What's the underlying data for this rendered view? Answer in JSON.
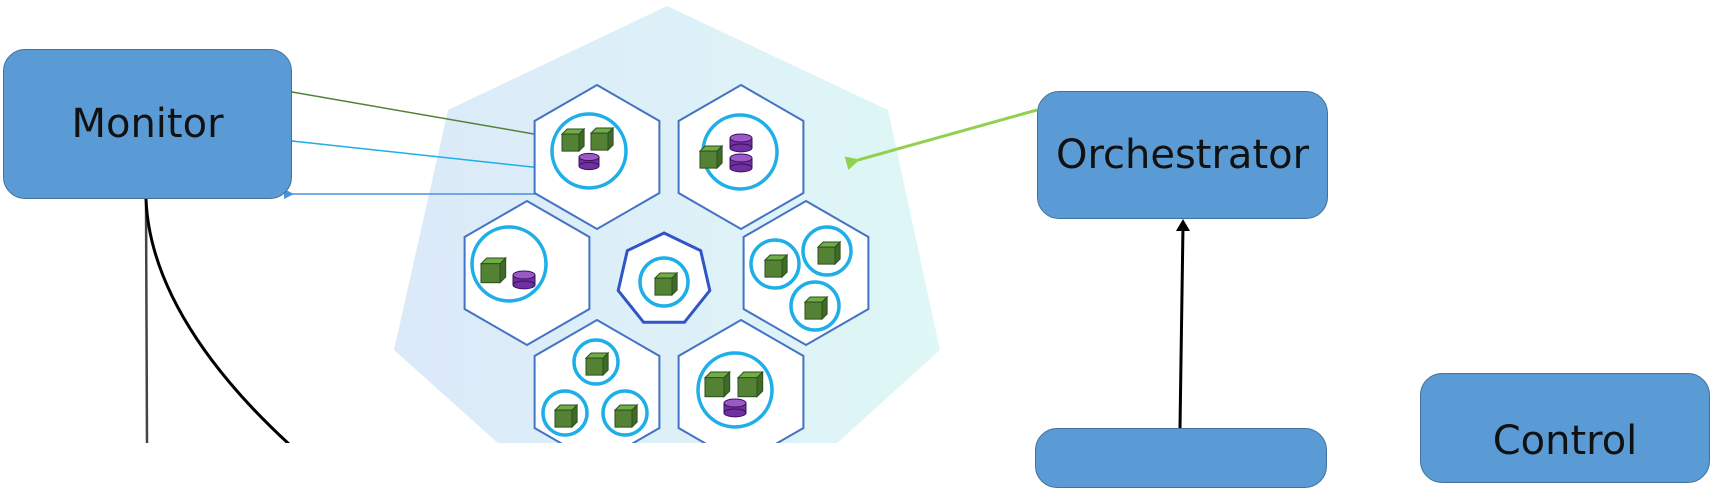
{
  "nodes": {
    "monitor": "Monitor",
    "orchestrator": "Orchestrator",
    "control": "Control"
  },
  "colors": {
    "box_fill": "#5b9bd5",
    "box_border": "#41719c",
    "cluster_bg_left": "#dbe9f9",
    "cluster_bg_right": "#dff7f6",
    "node_stroke": "#4472c4",
    "pod_ring": "#1eaee8",
    "container_green": "#548235",
    "volume_purple": "#7030a0",
    "arrow_green_dark": "#548235",
    "arrow_cyan": "#1eaee8",
    "arrow_blue": "#4a90e2",
    "arrow_green_light": "#92d050"
  },
  "icons": [
    "cluster-heptagon",
    "node-hexagon",
    "master-heptagon",
    "pod-circle",
    "container-cube",
    "volume-cylinder"
  ]
}
